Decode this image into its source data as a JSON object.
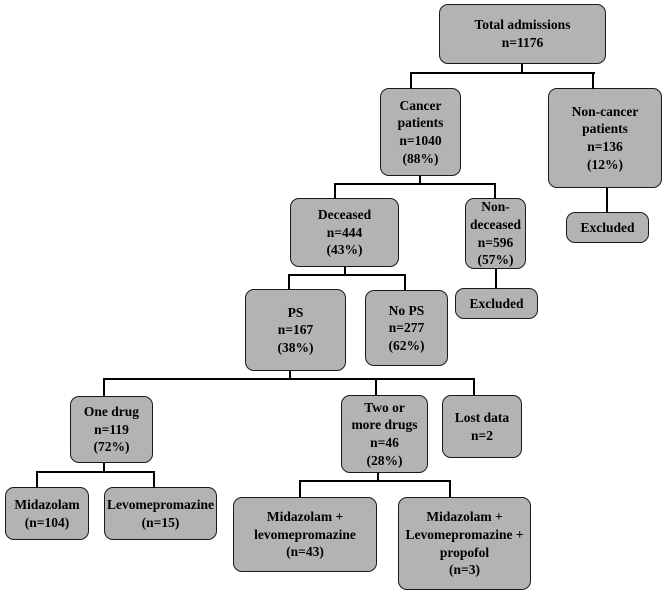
{
  "diagram": {
    "title": "Patient admissions flow diagram",
    "type": "flowchart",
    "box_fill_color": "#b3b3b3",
    "box_border_color": "#1a1a1a",
    "background_color": "#ffffff"
  },
  "nodes": {
    "total_admissions": {
      "label": "Total admissions",
      "n": "n=1176"
    },
    "cancer_patients": {
      "line1": "Cancer",
      "line2": "patients",
      "n": "n=1040",
      "pct": "(88%)"
    },
    "non_cancer_patients": {
      "line1": "Non-cancer",
      "line2": "patients",
      "n": "n=136",
      "pct": "(12%)"
    },
    "excluded_non_cancer": {
      "label": "Excluded"
    },
    "deceased": {
      "label": "Deceased",
      "n": "n=444",
      "pct": "(43%)"
    },
    "non_deceased": {
      "line1": "Non-",
      "line2": "deceased",
      "n": "n=596",
      "pct": "(57%)"
    },
    "excluded_non_deceased": {
      "label": "Excluded"
    },
    "ps": {
      "label": "PS",
      "n": "n=167",
      "pct": "(38%)"
    },
    "no_ps": {
      "label": "No PS",
      "n": "n=277",
      "pct": "(62%)"
    },
    "one_drug": {
      "label": "One drug",
      "n": "n=119",
      "pct": "(72%)"
    },
    "two_or_more_drugs": {
      "line1": "Two or",
      "line2": "more drugs",
      "n": "n=46",
      "pct": "(28%)"
    },
    "lost_data": {
      "label": "Lost data",
      "n": "n=2"
    },
    "midazolam": {
      "label": "Midazolam",
      "n": "(n=104)"
    },
    "levomepromazine": {
      "label": "Levomepromazine",
      "n": "(n=15)"
    },
    "midazolam_levomepromazine": {
      "line1": "Midazolam  +",
      "line2": "levomepromazine",
      "n": "(n=43)"
    },
    "midazolam_levomepromazine_propofol": {
      "line1": "Midazolam +",
      "line2": "Levomepromazine +",
      "line3": "propofol",
      "n": "(n=3)"
    }
  }
}
